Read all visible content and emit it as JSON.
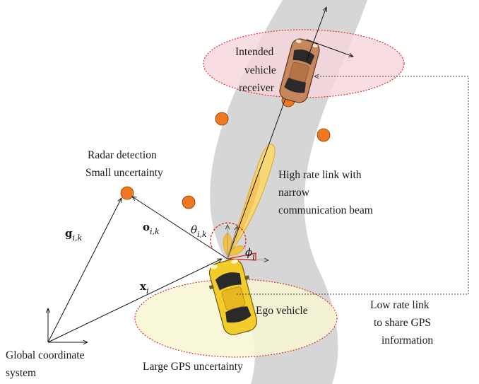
{
  "labels": {
    "intended_line1": "Intended",
    "intended_line2": "vehicle",
    "intended_line3": "receiver",
    "radar_line1": "Radar detection",
    "radar_line2": "Small uncertainty",
    "highrate_line1": "High rate link with",
    "highrate_line2": "narrow",
    "highrate_line3": "communication beam",
    "ego": "Ego vehicle",
    "lowrate_line1": "Low rate link",
    "lowrate_line2": "to share GPS",
    "lowrate_line3": "information",
    "global_line1": "Global coordinate",
    "global_line2": "system",
    "gps_uncertainty": "Large GPS uncertainty"
  },
  "math": {
    "g_main": "g",
    "g_sub": "i,k",
    "o_main": "o",
    "o_sub": "i,k",
    "x_main": "x",
    "x_sub": "i",
    "theta_main": "θ",
    "theta_sub": "i,k",
    "phi_main": "ϕ",
    "phi_sub": "i"
  },
  "colors": {
    "road": "#d6d6d6",
    "ellipse_receiver_fill": "#f6d6dc",
    "ellipse_ego_fill": "#f8f6d2",
    "ellipse_stroke": "#e03030",
    "radar_dot": "#f07820",
    "ego_car": "#f2cc2a",
    "receiver_car": "#c7875c",
    "beam": "#f7d874"
  },
  "icons": [
    "ego-car-icon",
    "receiver-car-icon",
    "radar-detection-dot",
    "communication-beam"
  ]
}
